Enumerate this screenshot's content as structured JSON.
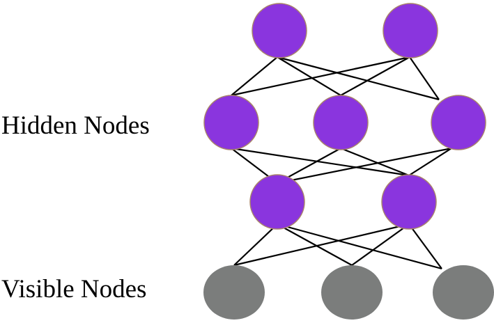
{
  "labels": {
    "hidden": "Hidden Nodes",
    "visible": "Visible Nodes"
  },
  "colors": {
    "hidden_fill": "#8a35de",
    "hidden_stroke": "#a9836c",
    "visible_fill": "#7b7d7c",
    "edge": "#000000"
  },
  "layers": [
    {
      "id": "hidden-top",
      "type": "hidden",
      "nodes": 2
    },
    {
      "id": "hidden-middle",
      "type": "hidden",
      "nodes": 3
    },
    {
      "id": "hidden-bottom",
      "type": "hidden",
      "nodes": 2
    },
    {
      "id": "visible",
      "type": "visible",
      "nodes": 3
    }
  ],
  "connections": [
    {
      "from": "hidden-top",
      "to": "hidden-middle",
      "pattern": "fully-connected"
    },
    {
      "from": "hidden-middle",
      "to": "hidden-bottom",
      "pattern": "fully-connected"
    },
    {
      "from": "hidden-bottom",
      "to": "visible",
      "pattern": "fully-connected"
    }
  ],
  "icons": [
    "node-circle",
    "edge-line"
  ]
}
